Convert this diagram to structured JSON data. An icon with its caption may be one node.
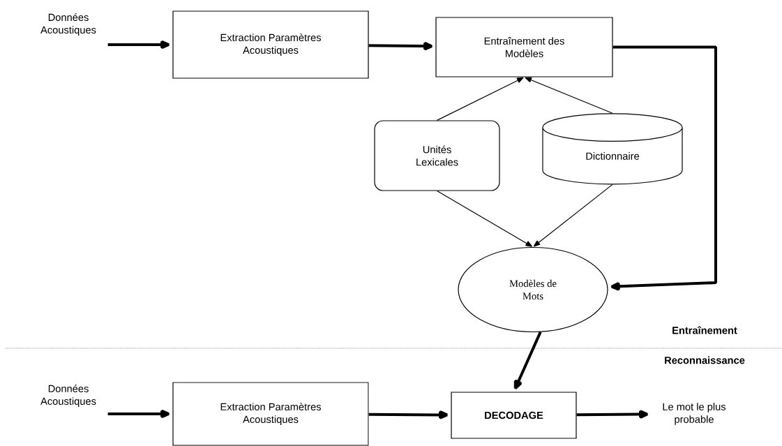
{
  "diagram": {
    "nodes": [
      {
        "text": [
          "Données Acoustiques"
        ]
      },
      {
        "text": [
          "Extraction Paramètres Acoustiques"
        ]
      },
      {
        "text": [
          "Entraînement des Modèles"
        ]
      },
      {
        "text": [
          "Unités Lexicales"
        ]
      },
      {
        "text": [
          "Dictionnaire"
        ]
      },
      {
        "text": [
          "Modèles de Mots"
        ]
      },
      {
        "text": [
          "Données Acoustiques"
        ]
      },
      {
        "text": [
          "Extraction Paramètres Acoustiques"
        ]
      },
      {
        "text": [
          "DECODAGE"
        ]
      },
      {
        "text": [
          "Le mot le plus probable"
        ]
      }
    ],
    "edges": [
      {
        "from": 0,
        "to": 1,
        "arrow": "to"
      },
      {
        "from": 1,
        "to": 2,
        "arrow": "to"
      },
      {
        "from": 2,
        "to": 5,
        "arrow": "to"
      },
      {
        "from": 3,
        "to": 2,
        "arrow": "to"
      },
      {
        "from": 4,
        "to": 2,
        "arrow": "to"
      },
      {
        "from": 3,
        "to": 5,
        "arrow": "to"
      },
      {
        "from": 4,
        "to": 5,
        "arrow": "to"
      },
      {
        "from": 5,
        "to": 8,
        "arrow": "to"
      },
      {
        "from": 6,
        "to": 7,
        "arrow": "to"
      },
      {
        "from": 7,
        "to": 8,
        "arrow": "to"
      },
      {
        "from": 8,
        "to": 9,
        "arrow": "to"
      }
    ],
    "labels": [
      "Entraînement",
      "Reconnaissance"
    ]
  }
}
